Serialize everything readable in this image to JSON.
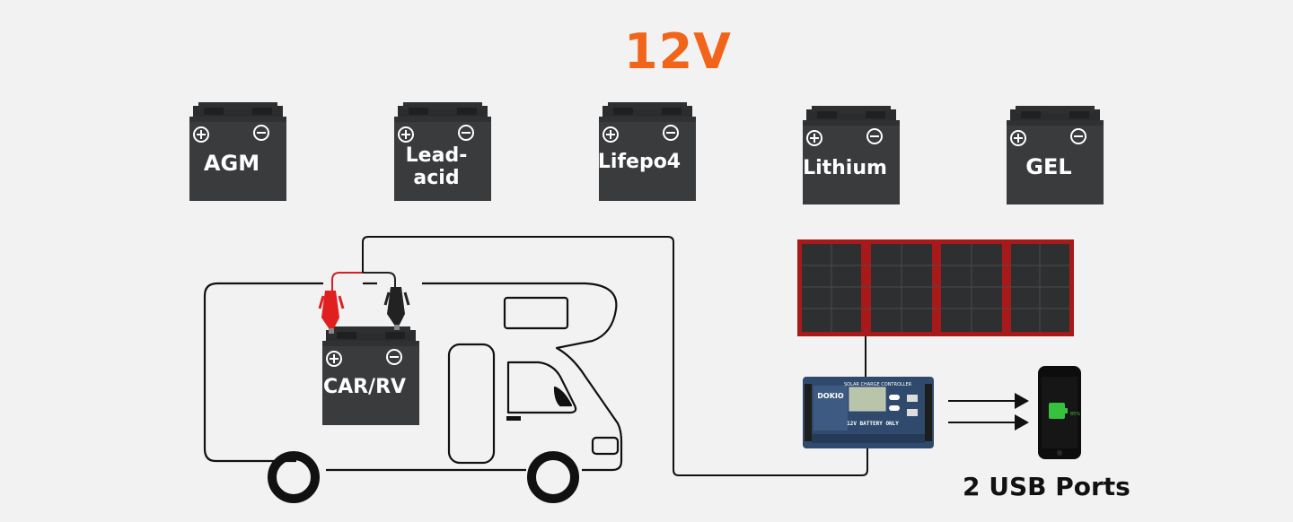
{
  "title": "12V",
  "battery_types": [
    {
      "label": "AGM"
    },
    {
      "label": "Lead-",
      "label2": "acid"
    },
    {
      "label": "Lifepo4"
    },
    {
      "label": "Lithium"
    },
    {
      "label": "GEL"
    }
  ],
  "car_battery_label": "CAR/RV",
  "usb_caption": "2 USB Ports",
  "controller": {
    "header": "SOLAR CHARGE CONTROLLER",
    "brand": "DOKIO",
    "battery_note": "12V BATTERY ONLY"
  },
  "phone": {
    "battery_percent": "85%"
  },
  "icons": {
    "plus": "plus-terminal-icon",
    "minus": "minus-terminal-icon",
    "clamp_red": "red-clamp-icon",
    "clamp_black": "black-clamp-icon",
    "arrow": "arrow-right-icon",
    "phone": "smartphone-icon"
  },
  "colors": {
    "accent": "#f26419",
    "battery_body": "#3a3b3d",
    "panel_frame": "#b01f1f",
    "controller_body": "#2f4a6c",
    "phone_battery": "#36c23d"
  }
}
